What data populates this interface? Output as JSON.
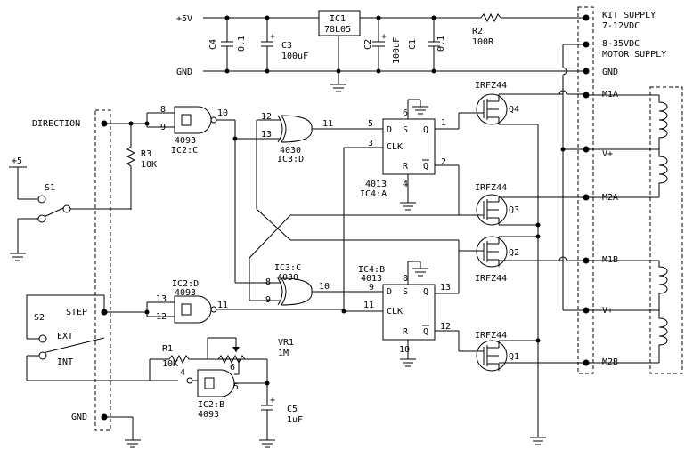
{
  "rails": {
    "vplus": "+5V",
    "gnd_top": "GND",
    "plus5": "+5"
  },
  "power": {
    "ic1_ref": "IC1",
    "ic1_val": "78L05",
    "c4_ref": "C4",
    "c4_val": "0.1",
    "c3_ref": "C3",
    "c3_val": "100uF",
    "c2_ref": "C2",
    "c2_val": "100uF",
    "c1_ref": "C1",
    "c1_val": "0.1",
    "r2_ref": "R2",
    "r2_val": "100R"
  },
  "terminals": {
    "kit_supply": "KIT SUPPLY",
    "kit_range": "7-12VDC",
    "motor_range": "8-35VDC",
    "motor_supply": "MOTOR SUPPLY",
    "gnd": "GND",
    "m1a": "M1A",
    "vplus1": "V+",
    "m2a": "M2A",
    "m1b": "M1B",
    "vplus2": "V+",
    "m2b": "M2B"
  },
  "inputs": {
    "direction": "DIRECTION",
    "step": "STEP",
    "gnd": "GND",
    "s1": "S1",
    "s2": "S2",
    "ext": "EXT",
    "int": "INT",
    "r3_ref": "R3",
    "r3_val": "10K",
    "r1_ref": "R1",
    "r1_val": "10K",
    "vr1_ref": "VR1",
    "vr1_val": "1M",
    "c5_ref": "C5",
    "c5_val": "1uF"
  },
  "gates": {
    "ic2c_type": "4093",
    "ic2c_ref": "IC2:C",
    "ic2c_p8": "8",
    "ic2c_p9": "9",
    "ic2c_p10": "10",
    "ic3d_type": "4030",
    "ic3d_ref": "IC3:D",
    "ic3d_p12": "12",
    "ic3d_p13": "13",
    "ic3d_p11": "11",
    "ic2d_ref": "IC2:D",
    "ic2d_type": "4093",
    "ic2d_p13": "13",
    "ic2d_p12": "12",
    "ic2d_p11": "11",
    "ic3c_ref": "IC3:C",
    "ic3c_type": "4030",
    "ic3c_p8": "8",
    "ic3c_p9": "9",
    "ic3c_p10": "10",
    "ic2b_ref": "IC2:B",
    "ic2b_type": "4093",
    "ic2b_p4": "4",
    "ic2b_p5": "5",
    "ic2b_p6": "6"
  },
  "flipflops": {
    "a_type": "4013",
    "a_ref": "IC4:A",
    "a_d": "D",
    "a_s": "S",
    "a_q": "Q",
    "a_clk": "CLK",
    "a_r": "R",
    "a_qb": "Q",
    "a_p5": "5",
    "a_p6": "6",
    "a_p3": "3",
    "a_p4": "4",
    "a_p1": "1",
    "a_p2": "2",
    "b_ref": "IC4:B",
    "b_type": "4013",
    "b_d": "D",
    "b_s": "S",
    "b_q": "Q",
    "b_clk": "CLK",
    "b_r": "R",
    "b_qb": "Q",
    "b_p8": "8",
    "b_p9": "9",
    "b_p11": "11",
    "b_p10": "10",
    "b_p13": "13",
    "b_p12": "12"
  },
  "mosfets": {
    "q4_type": "IRFZ44",
    "q4_ref": "Q4",
    "q3_type": "IRFZ44",
    "q3_ref": "Q3",
    "q2_type": "IRFZ44",
    "q2_ref": "Q2",
    "q1_type": "IRFZ44",
    "q1_ref": "Q1"
  }
}
